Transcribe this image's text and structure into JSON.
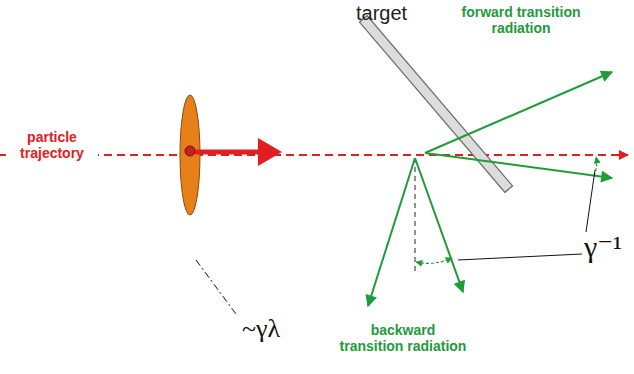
{
  "diagram": {
    "labels": [
      "target",
      "forward transition radiation",
      "particle trajectory",
      "~γλ",
      "γ⁻¹",
      "backward transition radiation"
    ]
  }
}
